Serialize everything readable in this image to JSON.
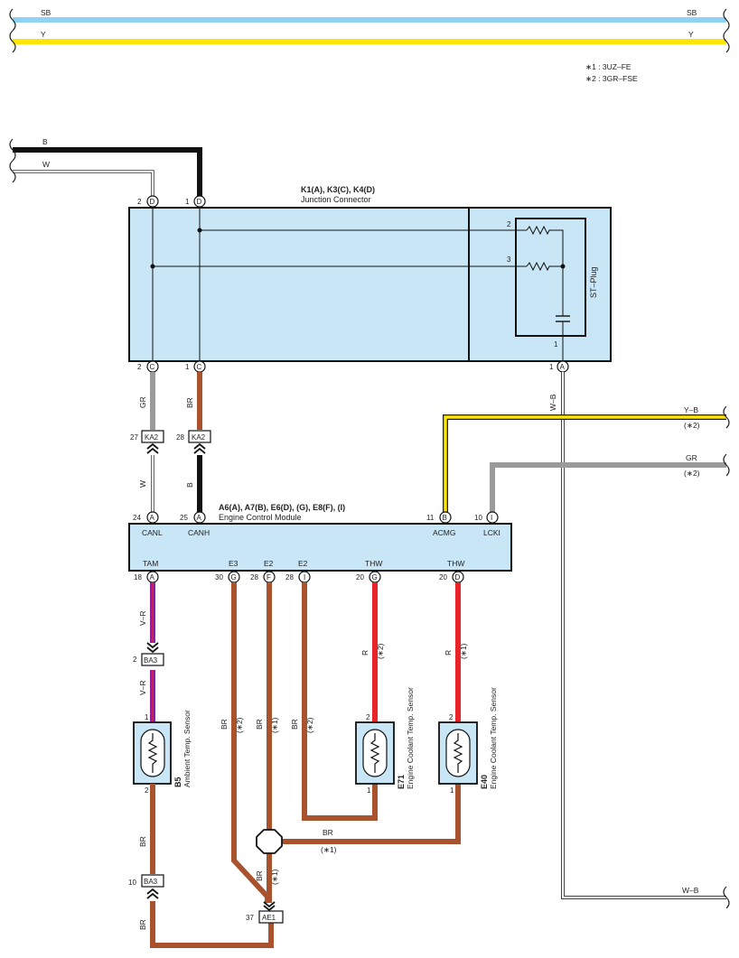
{
  "colors": {
    "SB": "#8fd3f4",
    "Y": "#ffe600",
    "B": "#111111",
    "W": "#ffffff",
    "GR": "#9a9a9a",
    "BR": "#a8522e",
    "R": "#e8242a",
    "V": "#8b1fa8",
    "component_fill": "#c8e6f5"
  },
  "notes": [
    "∗1 : 3UZ–FE",
    "∗2 : 3GR–FSE"
  ],
  "top_wires": {
    "sb": "SB",
    "y": "Y"
  },
  "left_wires": {
    "b": "B",
    "w": "W"
  },
  "junction": {
    "title": "K1(A), K3(C), K4(D)",
    "subtitle": "Junction Connector",
    "pin_d2": "2",
    "pin_d1": "1",
    "pin_c2": "2",
    "pin_c1": "1",
    "pin_a1": "1",
    "term_d": "D",
    "term_c": "C",
    "term_a": "A",
    "st_plug": "ST–Plug",
    "st_pin2": "2",
    "st_pin3": "3",
    "st_pin1": "1"
  },
  "ecm": {
    "title": "A6(A), A7(B), E6(D), (G), E8(F), (I)",
    "subtitle": "Engine Control Module",
    "top_pins": [
      {
        "num": "24",
        "term": "A",
        "label": "CANL"
      },
      {
        "num": "25",
        "term": "A",
        "label": "CANH"
      },
      {
        "num": "11",
        "term": "B",
        "label": "ACMG"
      },
      {
        "num": "10",
        "term": "I",
        "label": "LCKI"
      }
    ],
    "bottom_pins": [
      {
        "num": "18",
        "term": "A",
        "label": "TAM"
      },
      {
        "num": "30",
        "term": "G",
        "label": "E3"
      },
      {
        "num": "28",
        "term": "F",
        "label": "E2"
      },
      {
        "num": "28",
        "term": "I",
        "label": "E2"
      },
      {
        "num": "20",
        "term": "G",
        "label": "THW"
      },
      {
        "num": "20",
        "term": "D",
        "label": "THW"
      }
    ]
  },
  "connectors": {
    "ka2_left": {
      "num": "27",
      "name": "KA2"
    },
    "ka2_right": {
      "num": "28",
      "name": "KA2"
    },
    "ba3_upper": {
      "num": "2",
      "name": "BA3"
    },
    "ba3_lower": {
      "num": "10",
      "name": "BA3"
    },
    "ae1": {
      "num": "37",
      "name": "AE1"
    }
  },
  "wire_labels": {
    "gr": "GR",
    "br": "BR",
    "w": "W",
    "b": "B",
    "wb": "W–B",
    "yb": "Y–B",
    "yb_note": "(∗2)",
    "gr_right": "GR",
    "gr_note": "(∗2)",
    "vr": "V–R",
    "r": "R",
    "note1": "(∗1)",
    "note2": "(∗2)",
    "wb_bottom": "W–B"
  },
  "sensors": {
    "b5": {
      "code": "B5",
      "name": "Ambient Temp. Sensor",
      "pin_top": "1",
      "pin_bottom": "2"
    },
    "e71": {
      "code": "E71",
      "name": "Engine Coolant Temp. Sensor",
      "pin_top": "2",
      "pin_bottom": "1"
    },
    "e40": {
      "code": "E40",
      "name": "Engine Coolant Temp. Sensor",
      "pin_top": "2",
      "pin_bottom": "1"
    }
  }
}
